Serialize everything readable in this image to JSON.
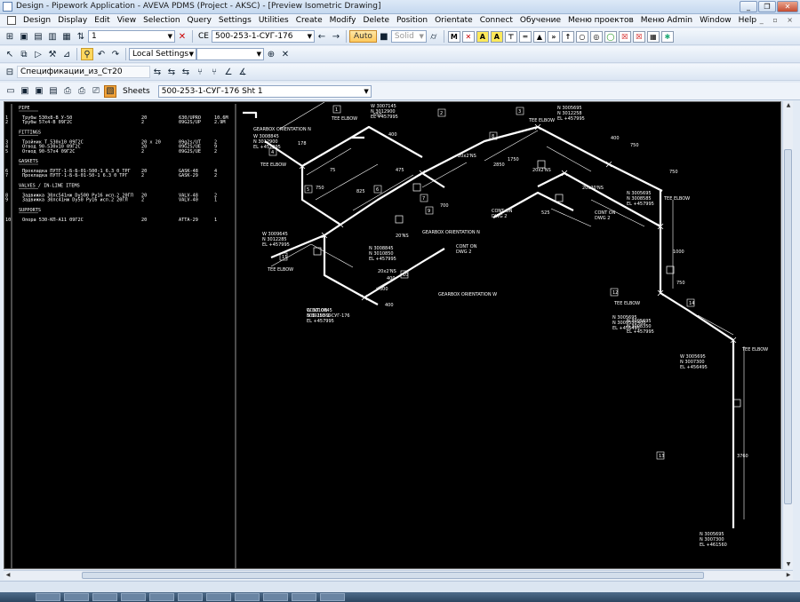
{
  "window": {
    "title": "Design - Pipework Application - AVEVA PDMS (Project - AKSC) - [Preview Isometric Drawing]"
  },
  "menu": [
    "Design",
    "Display",
    "Edit",
    "View",
    "Selection",
    "Query",
    "Settings",
    "Utilities",
    "Create",
    "Modify",
    "Delete",
    "Position",
    "Orientate",
    "Connect",
    "Обучение",
    "Меню проектов",
    "Меню Admin",
    "Window",
    "Help"
  ],
  "toolbar1": {
    "element_field": "1",
    "ce_label": "CE",
    "ce_value": "500-253-1-СУГ-176",
    "auto_label": "Auto",
    "solid_label": "Solid",
    "letter_buttons": [
      "M",
      "A",
      "A"
    ]
  },
  "toolbar2": {
    "settings_value": "Local Settings",
    "secondary_value": ""
  },
  "toolbar3": {
    "spec_value": "Спецификации_из_Ст20"
  },
  "drawing": {
    "sheets_label": "Sheets",
    "sheet_value": "500-253-1-СУГ-176 Sht 1"
  },
  "material_table": {
    "sections": [
      {
        "title": "PIPE",
        "rows": [
          {
            "no": "1",
            "desc": "Трубы 530x8-В У-50",
            "size": "20",
            "code": "630/UPRO",
            "qty": "10.6M"
          },
          {
            "no": "2",
            "desc": "Трубы 57x4-В 09Г2С",
            "size": "2",
            "code": "09G2S/UP",
            "qty": "2.9M"
          }
        ]
      },
      {
        "title": "FITTINGS",
        "rows": [
          {
            "no": "3",
            "desc": "Тройник  Т 530x10 09Г2С",
            "size": "20 x 20",
            "code": "09g2s/UT",
            "qty": "2"
          },
          {
            "no": "4",
            "desc": "Отвод  90-530x10 09Г2С",
            "size": "20",
            "code": "09G2S/UE",
            "qty": "9"
          },
          {
            "no": "5",
            "desc": "Отвод  90-57x4 09Г2С",
            "size": "2",
            "code": "09G2S/UE",
            "qty": "2"
          }
        ]
      },
      {
        "title": "GASKETS",
        "rows": [
          {
            "no": "6",
            "desc": "Прокладка ПУТГ-1-Б-Б-01-500-1 6.3 0 ТРГ",
            "size": "20",
            "code": "GASK-48",
            "qty": "4"
          },
          {
            "no": "7",
            "desc": "Прокладка ПУТГ-1-Б-Б-01-50-1 6.3 0 ТРГ",
            "size": "2",
            "code": "GASK-29",
            "qty": "2"
          }
        ]
      },
      {
        "title": "VALVES / IN-LINE ITEMS",
        "rows": [
          {
            "no": "8",
            "desc": "Задвижка 30лс541нж Dy500 Py16 исп.2 20ГЛ",
            "size": "20",
            "code": "VALV-48",
            "qty": "2"
          },
          {
            "no": "9",
            "desc": "Задвижка 30лс41нж Dy50 Py16 исп.2 20ГЛ",
            "size": "2",
            "code": "VALV-40",
            "qty": "1"
          }
        ]
      },
      {
        "title": "SUPPORTS",
        "rows": [
          {
            "no": "10",
            "desc": "Опора 530-КП-А11 09Г2С",
            "size": "20",
            "code": "ATTA-29",
            "qty": "1"
          }
        ]
      }
    ]
  },
  "iso_labels": {
    "tee_elbow": "TEE ELBOW",
    "gearbox_n": "GEARBOX ORIENTATION N",
    "gearbox_w": "GEARBOX ORIENTATION W",
    "cont_on": "CONT ON",
    "dwg2": "DWG 2",
    "cont_line": "500-253-1-СУГ-176",
    "coords": [
      [
        "W 3007145",
        "N 3012900",
        "EL +457995"
      ],
      [
        "W 3008845",
        "N 3012900",
        "EL +457995"
      ],
      [
        "N 3005695",
        "N 3012258",
        "EL +457995"
      ],
      [
        "W 3009645",
        "N 3012285",
        "EL +457995"
      ],
      [
        "N 3008845",
        "N 3010850",
        "EL +457995"
      ],
      [
        "W 3010045",
        "N 3010850",
        "EL +457995"
      ],
      [
        "N 3005695",
        "N 3008585",
        "EL +457995"
      ],
      [
        "N 3005695",
        "N 3008350",
        "EL +457995"
      ],
      [
        "W 3005695",
        "N 3007300",
        "EL +456495"
      ],
      [
        "N 3005695",
        "N 3007300",
        "EL +461560"
      ],
      [
        "N 3005695",
        "N 3009350",
        "EL +456495"
      ]
    ],
    "dims": [
      "178",
      "75",
      "400",
      "550",
      "750",
      "475",
      "825",
      "2850",
      "1750",
      "700",
      "400",
      "300",
      "400",
      "400",
      "750",
      "750",
      "1000",
      "750",
      "3760",
      "400",
      "525"
    ],
    "slopes": [
      "20x2'NS",
      "20x2'NS",
      "20'NS",
      "20x2'NS",
      "20x20'NS"
    ],
    "callouts": [
      "1",
      "2",
      "3",
      "4",
      "5",
      "6",
      "7",
      "8",
      "9",
      "10",
      "11",
      "12",
      "13",
      "14"
    ]
  }
}
